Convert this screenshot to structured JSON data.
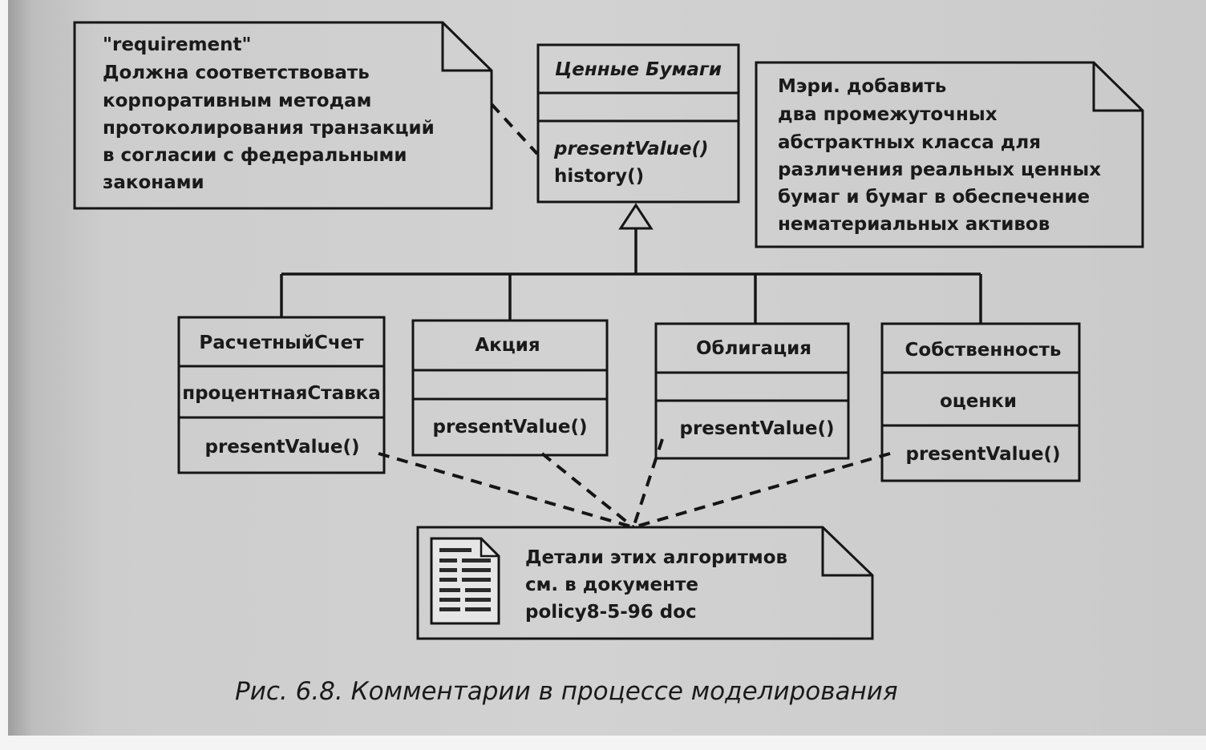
{
  "notes": {
    "requirement": {
      "lines": [
        "\"requirement\"",
        "Должна соответствовать",
        "корпоративным методам",
        "протоколирования транзакций",
        "в согласии с федеральными",
        "законами"
      ]
    },
    "mary": {
      "lines": [
        "Мэри. добавить",
        "два промежуточных",
        "абстрактных класса для",
        "различения реальных ценных",
        "бумаг и бумаг в обеспечение",
        "нематериальных активов"
      ]
    },
    "details": {
      "lines": [
        "Детали этих алгоритмов",
        "см. в документе",
        "policy8-5-96 doc"
      ],
      "icon": "document-icon"
    }
  },
  "classes": {
    "securities": {
      "name": "Ценные Бумаги",
      "operations": [
        "presentValue()",
        "history()"
      ]
    },
    "account": {
      "name": "РасчетныйСчет",
      "attribute": "процентнаяСтавка",
      "operation": "presentValue()"
    },
    "stock": {
      "name": "Акция",
      "operation": "presentValue()"
    },
    "bond": {
      "name": "Облигация",
      "operation": "presentValue()"
    },
    "property": {
      "name": "Собственность",
      "attribute": "оценки",
      "operation": "presentValue()"
    }
  },
  "caption": "Рис. 6.8. Комментарии в процессе моделирования",
  "colors": {
    "ink": "#151515",
    "paper": "#cdcdcd"
  }
}
